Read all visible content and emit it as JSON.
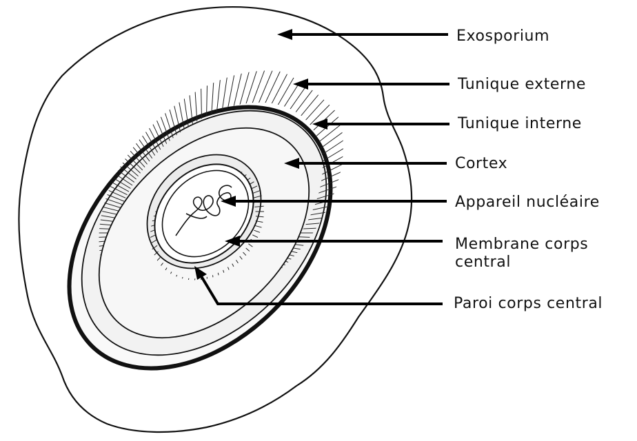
{
  "labels": {
    "exosporium": "Exosporium",
    "tunique_externe": "Tunique externe",
    "tunique_interne": "Tunique interne",
    "cortex": "Cortex",
    "appareil_nucleaire": "Appareil nucléaire",
    "membrane_corps_central": [
      "Membrane corps",
      "central"
    ],
    "paroi_corps_central": "Paroi corps central"
  },
  "colors": {
    "ink": "#111111",
    "outer_fill": "#ffffff",
    "ring_fill": "#f6f6f6"
  }
}
